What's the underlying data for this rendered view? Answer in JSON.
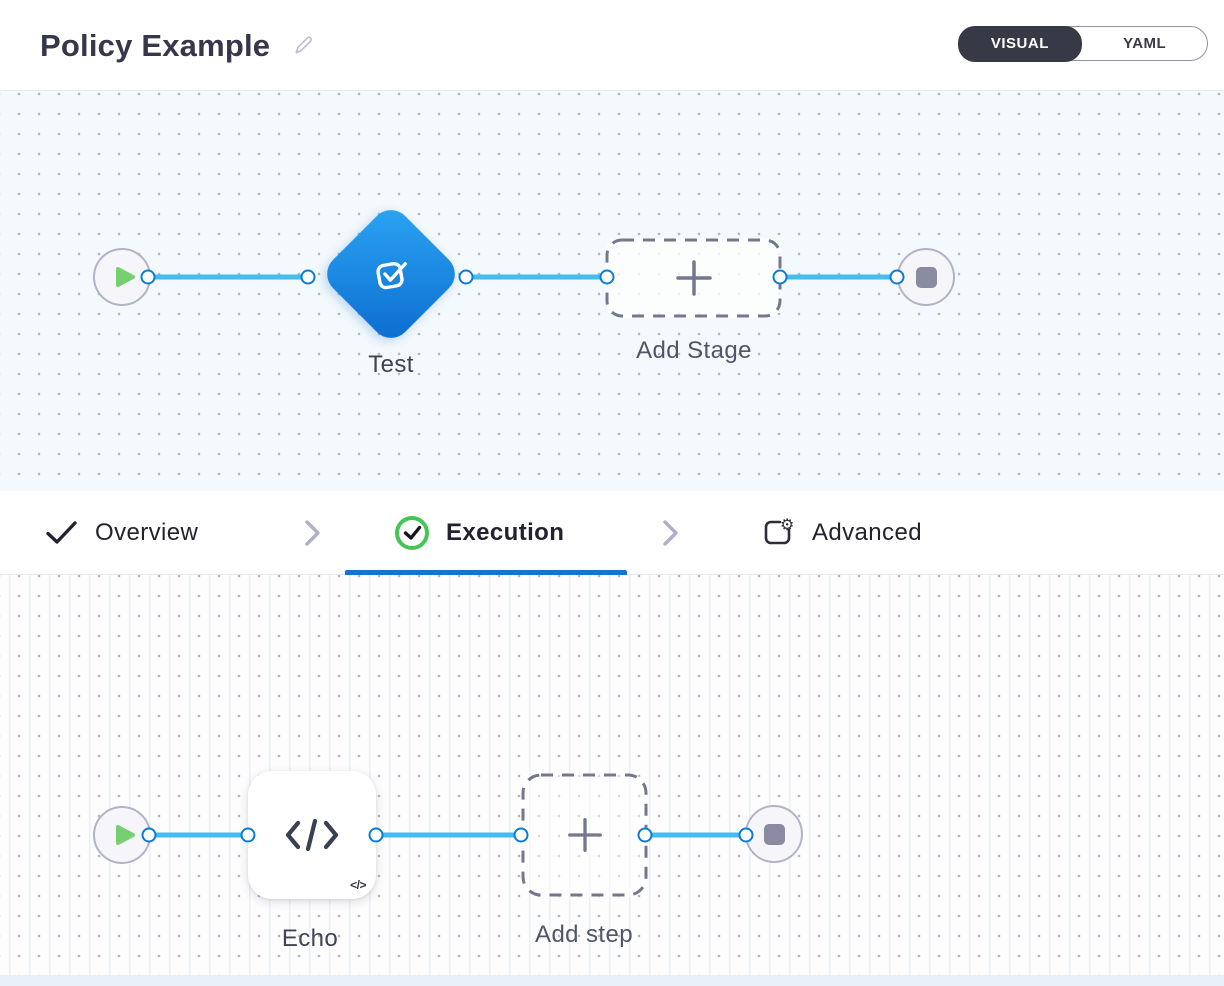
{
  "header": {
    "title": "Policy Example",
    "toggle": {
      "visual_label": "VISUAL",
      "yaml_label": "YAML",
      "selected": "VISUAL"
    }
  },
  "tabs": {
    "items": [
      {
        "label": "Overview",
        "icon": "check-icon",
        "active": false
      },
      {
        "label": "Execution",
        "icon": "success-circle-icon",
        "active": true
      },
      {
        "label": "Advanced",
        "icon": "advanced-settings-icon",
        "active": false
      }
    ]
  },
  "stage_pipeline": {
    "start_icon": "play-icon",
    "stage": {
      "label": "Test",
      "icon": "approval-check-icon",
      "shape": "diamond"
    },
    "add_button_label": "Add Stage",
    "end_icon": "stop-icon"
  },
  "step_pipeline": {
    "start_icon": "play-icon",
    "step": {
      "label": "Echo",
      "icon": "code-icon",
      "badge": "</>"
    },
    "add_button_label": "Add step",
    "end_icon": "stop-icon"
  },
  "colors": {
    "accent_blue": "#0b7bd6",
    "connector_blue": "#45bbf2",
    "underline_blue": "#1374d6",
    "stage_gradient_from": "#2da5f4",
    "stage_gradient_to": "#0a6ccf",
    "success_green": "#45c554",
    "play_green": "#76d072",
    "toggle_dark": "#383946",
    "dark_text": "#22232e",
    "muted_text": "#535468",
    "canvas_top_bg": "#f3f9fc",
    "canvas_bottom_bg": "#fdfdfe"
  }
}
